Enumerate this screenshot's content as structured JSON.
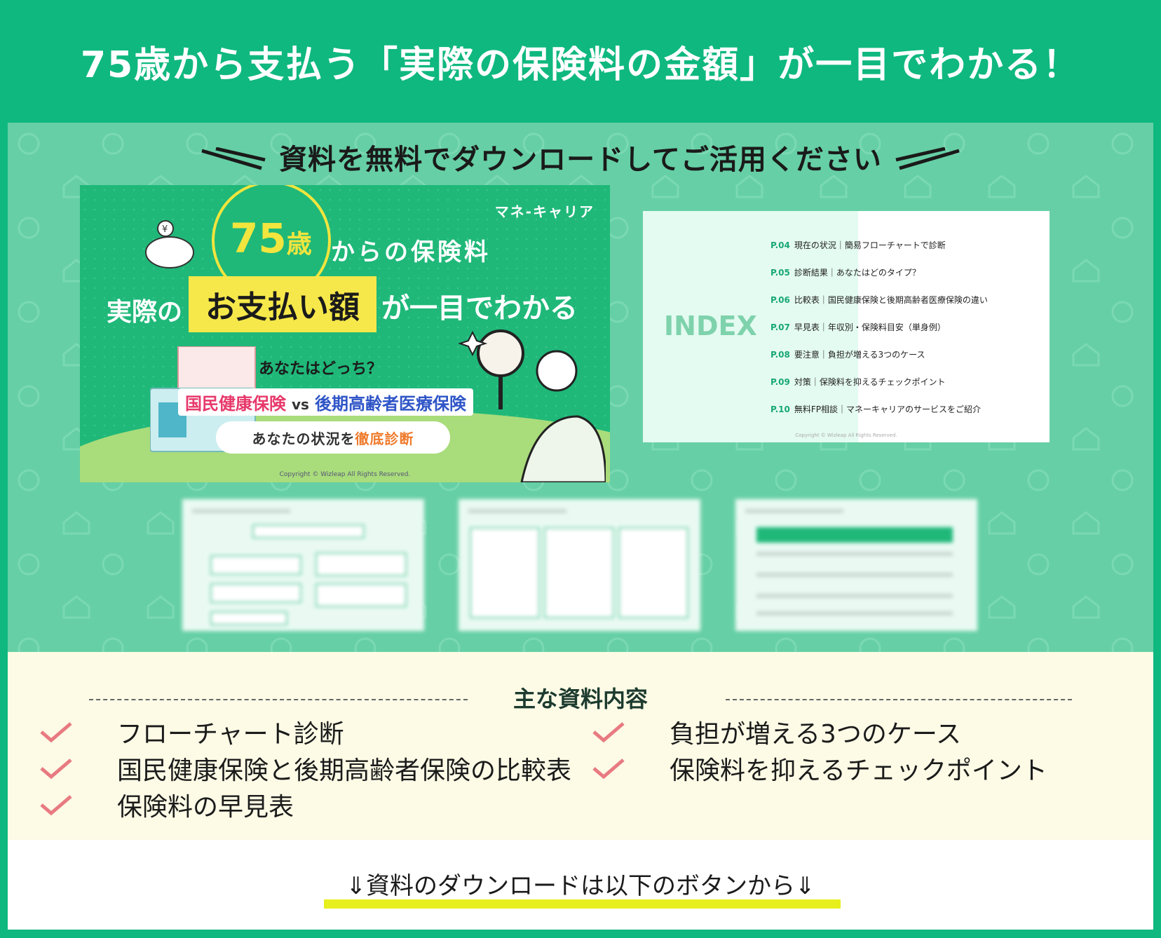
{
  "header": {
    "title": "75歳から支払う「実際の保険料の金額」が一目でわかる！"
  },
  "panel": {
    "subhead": "資料を無料でダウンロードしてご活用ください"
  },
  "cover": {
    "brand": "マネ-キャリア",
    "age": "75",
    "age_unit": "歳",
    "title_line1": "からの保険料",
    "title_pre": "実際の",
    "highlight": "お支払い額",
    "title_post": "が一目でわかる",
    "question": "あなたはどっち？",
    "insurance_a": "国民健康保険",
    "vs": "vs",
    "insurance_b": "後期高齢者医療保険",
    "pill_pre": "あなたの状況を",
    "pill_emph": "徹底診断",
    "copyright": "Copyright © Wizleap All Rights Reserved."
  },
  "index": {
    "label": "INDEX",
    "items": [
      {
        "page": "P.04",
        "text": "現在の状況｜簡易フローチャートで診断"
      },
      {
        "page": "P.05",
        "text": "診断結果｜あなたはどのタイプ？"
      },
      {
        "page": "P.06",
        "text": "比較表｜国民健康保険と後期高齢者医療保険の違い"
      },
      {
        "page": "P.07",
        "text": "早見表｜年収別・保険料目安（単身例）"
      },
      {
        "page": "P.08",
        "text": "要注意｜負担が増える3つのケース"
      },
      {
        "page": "P.09",
        "text": "対策｜保険料を抑えるチェックポイント"
      },
      {
        "page": "P.10",
        "text": "無料FP相談｜マネーキャリアのサービスをご紹介"
      }
    ],
    "copyright": "Copyright © Wizleap All Rights Reserved."
  },
  "contents": {
    "title": "主な資料内容",
    "items": [
      "フローチャート診断",
      "国民健康保険と後期高齢者保険の比較表",
      "保険料の早見表",
      "負担が増える3つのケース",
      "保険料を抑えるチェックポイント"
    ]
  },
  "footer": {
    "note": "⇓資料のダウンロードは以下のボタンから⇓"
  },
  "colors": {
    "brand_green": "#0fb87f",
    "panel_green": "#66cfa5",
    "check_pink": "#e87a82",
    "highlight_yellow": "#e7f01c"
  }
}
